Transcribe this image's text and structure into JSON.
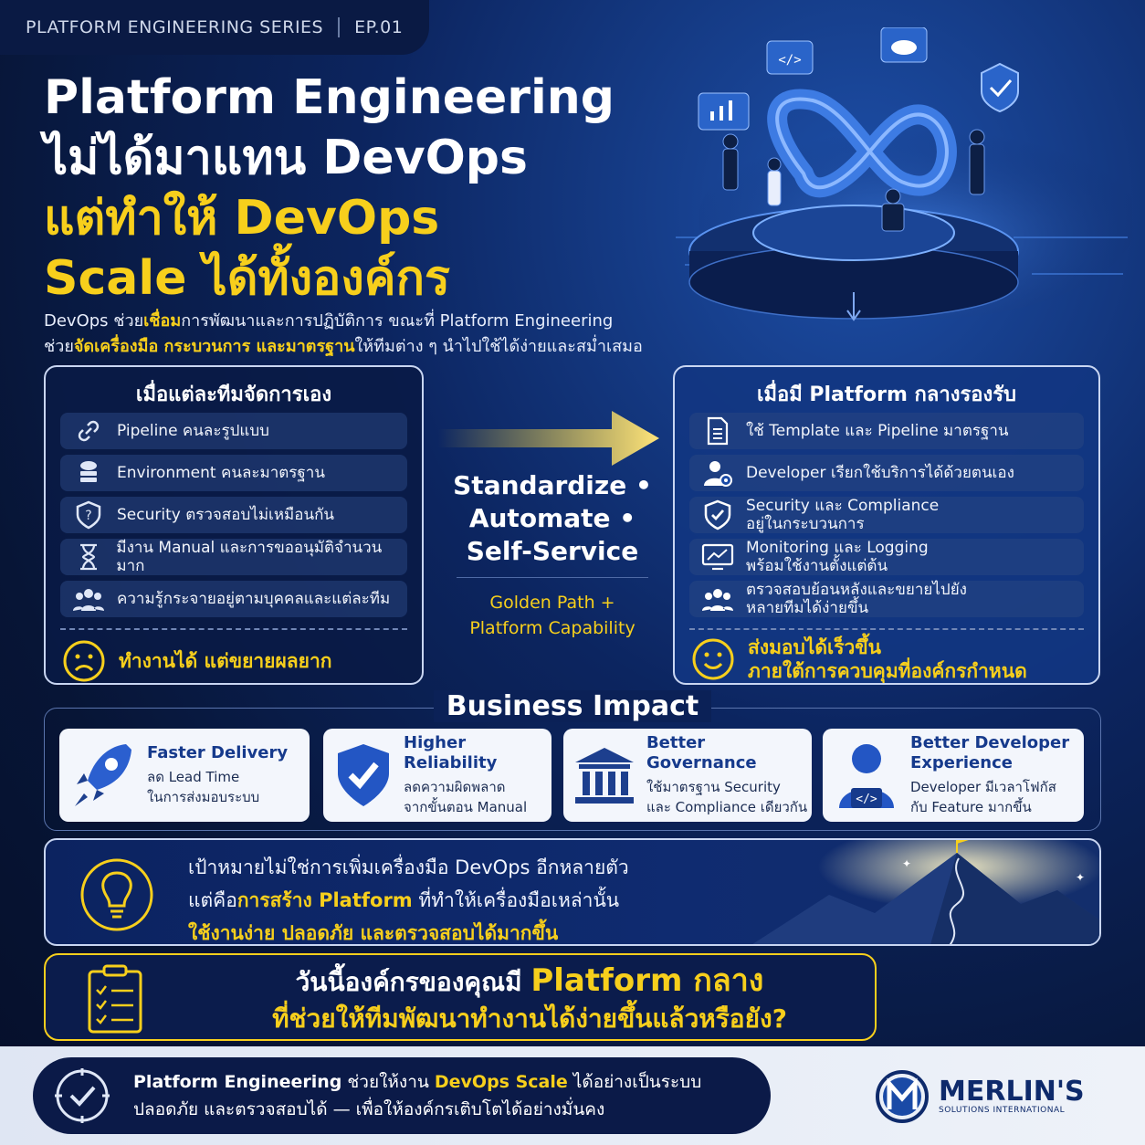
{
  "header": {
    "series": "PLATFORM ENGINEERING SERIES",
    "episode": "EP.01"
  },
  "title": {
    "line1": "Platform Engineering",
    "line2": "ไม่ได้มาแทน DevOps",
    "line3": "แต่ทำให้ DevOps",
    "line4": "Scale ได้ทั้งองค์กร"
  },
  "intro": {
    "a": "DevOps ช่วย",
    "a_hl": "เชื่อม",
    "b": "การพัฒนาและการปฏิบัติการ ขณะที่ Platform Engineering",
    "c": "ช่วย",
    "c_hl": "จัดเครื่องมือ กระบวนการ และมาตรฐาน",
    "d": "ให้ทีมต่าง ๆ นำไปใช้ได้ง่ายและสม่ำเสมอ"
  },
  "left_panel": {
    "title": "เมื่อแต่ละทีมจัดการเอง",
    "items": [
      {
        "icon": "link-icon",
        "text": "Pipeline คนละรูปแบบ"
      },
      {
        "icon": "server-cloud-icon",
        "text": "Environment คนละมาตรฐาน"
      },
      {
        "icon": "shield-question-icon",
        "text": "Security ตรวจสอบไม่เหมือนกัน"
      },
      {
        "icon": "hourglass-icon",
        "text": "มีงาน Manual และการขออนุมัติจำนวนมาก"
      },
      {
        "icon": "people-icon",
        "text": "ความรู้กระจายอยู่ตามบุคคลและแต่ละทีม"
      }
    ],
    "result": "ทำงานได้ แต่ขยายผลยาก"
  },
  "right_panel": {
    "title": "เมื่อมี Platform กลางรองรับ",
    "items": [
      {
        "icon": "document-icon",
        "text1": "ใช้ Template และ Pipeline มาตรฐาน",
        "text2": ""
      },
      {
        "icon": "developer-gear-icon",
        "text1": "Developer เรียกใช้บริการได้ด้วยตนเอง",
        "text2": ""
      },
      {
        "icon": "shield-check-icon",
        "text1": "Security และ Compliance",
        "text2": "อยู่ในกระบวนการ"
      },
      {
        "icon": "monitor-chart-icon",
        "text1": "Monitoring และ Logging",
        "text2": "พร้อมใช้งานตั้งแต่ต้น"
      },
      {
        "icon": "team-icon",
        "text1": "ตรวจสอบย้อนหลังและขยายไปยัง",
        "text2": "หลายทีมได้ง่ายขึ้น"
      }
    ],
    "result1": "ส่งมอบได้เร็วขึ้น",
    "result2": "ภายใต้การควบคุมที่องค์กรกำหนด"
  },
  "middle": {
    "w1": "Standardize •",
    "w2": "Automate •",
    "w3": "Self-Service",
    "gp1": "Golden Path +",
    "gp2": "Platform Capability"
  },
  "business": {
    "title": "Business Impact",
    "cards": [
      {
        "icon": "rocket-icon",
        "title1": "Faster Delivery",
        "title2": "",
        "d1": "ลด Lead Time",
        "d2": "ในการส่งมอบระบบ"
      },
      {
        "icon": "shield-check-icon",
        "title1": "Higher Reliability",
        "title2": "",
        "d1": "ลดความผิดพลาด",
        "d2": "จากขั้นตอน Manual"
      },
      {
        "icon": "bank-icon",
        "title1": "Better Governance",
        "title2": "",
        "d1": "ใช้มาตรฐาน Security",
        "d2": "และ Compliance เดียวกัน"
      },
      {
        "icon": "developer-code-icon",
        "title1": "Better Developer",
        "title2": "Experience",
        "d1": "Developer มีเวลาโฟกัส",
        "d2": "กับ Feature มากขึ้น"
      }
    ]
  },
  "goal": {
    "l1": "เป้าหมายไม่ใช่การเพิ่มเครื่องมือ DevOps อีกหลายตัว",
    "l2a": "แต่คือ",
    "l2hl": "การสร้าง Platform",
    "l2b": " ที่ทำให้เครื่องมือเหล่านั้น",
    "l3": "ใช้งานง่าย ปลอดภัย และตรวจสอบได้มากขึ้น"
  },
  "question": {
    "l1a": "วันนี้องค์กรของคุณมี ",
    "l1hl": "Platform กลาง",
    "l2": "ที่ช่วยให้ทีมพัฒนาทำงานได้ง่ายขึ้นแล้วหรือยัง?"
  },
  "footer": {
    "a": "Platform Engineering",
    "b": " ช่วยให้งาน ",
    "hl": "DevOps Scale",
    "c": " ได้อย่างเป็นระบบ",
    "l2": "ปลอดภัย และตรวจสอบได้ — เพื่อให้องค์กรเติบโตได้อย่างมั่นคง"
  },
  "logo": {
    "name": "MERLIN'S",
    "sub": "SOLUTIONS INTERNATIONAL"
  },
  "colors": {
    "accent": "#f7cf1c",
    "navy": "#0b1c4c",
    "blue": "#163a8c"
  }
}
